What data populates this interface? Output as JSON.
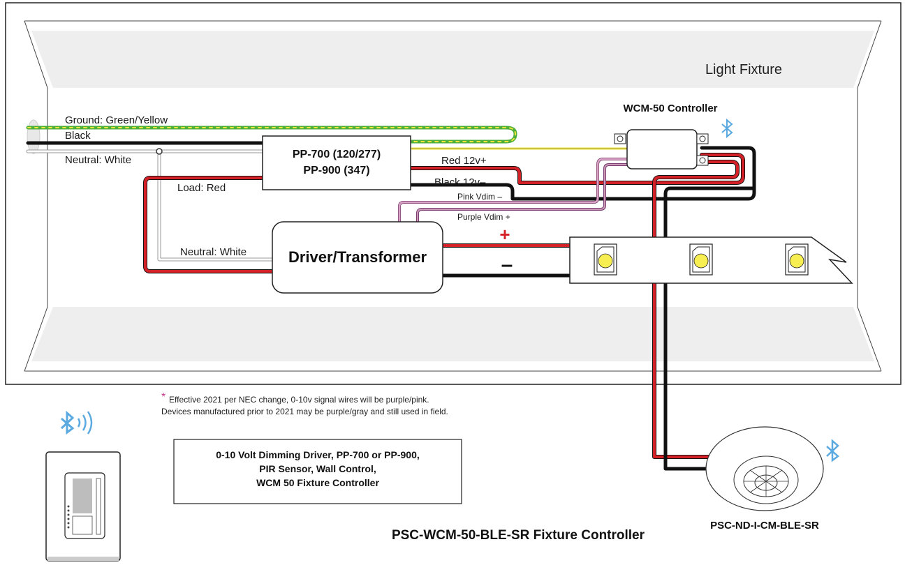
{
  "fixture": {
    "title": "Light Fixture"
  },
  "wires": {
    "ground": "Ground: Green/Yellow",
    "black": "Black",
    "neutral": "Neutral: White",
    "load": "Load: Red",
    "neutral_driver": "Neutral: White",
    "red_12v": "Red 12v+",
    "black_12v": "Black 12v–",
    "pink_vdim": "Pink Vdim –",
    "purple_vdim": "Purple Vdim +"
  },
  "power_pack": {
    "line1": "PP-700 (120/277)",
    "line2": "PP-900 (347)"
  },
  "driver": {
    "label": "Driver/Transformer",
    "plus": "+",
    "minus": "–"
  },
  "controller": {
    "label": "WCM-50 Controller"
  },
  "sensor": {
    "label": "PSC-ND-I-CM-BLE-SR"
  },
  "note": {
    "asterisk": "*",
    "line1": "Effective 2021 per NEC change, 0-10v signal wires will be purple/pink.",
    "line2": "Devices manufactured prior to 2021 may be purple/gray and still used in field."
  },
  "summary_box": {
    "line1": "0-10 Volt Dimming Driver, PP-700 or PP-900,",
    "line2": "PIR Sensor,  Wall Control,",
    "line3": "WCM 50 Fixture Controller"
  },
  "footer": {
    "title": "PSC-WCM-50-BLE-SR Fixture Controller"
  },
  "colors": {
    "red": "#d42027",
    "black": "#111111",
    "green": "#4caf3a",
    "yellow": "#f2e33a",
    "pink": "#d9a3c4",
    "purple": "#7a3a6e",
    "bluetooth": "#5aa9e0",
    "panel": "#eeeeee",
    "led": "#f7ee52"
  },
  "icons": [
    "bluetooth-icon",
    "led-chip-icon",
    "terminal-screw-icon",
    "pir-lens-icon",
    "wall-switch-icon"
  ]
}
